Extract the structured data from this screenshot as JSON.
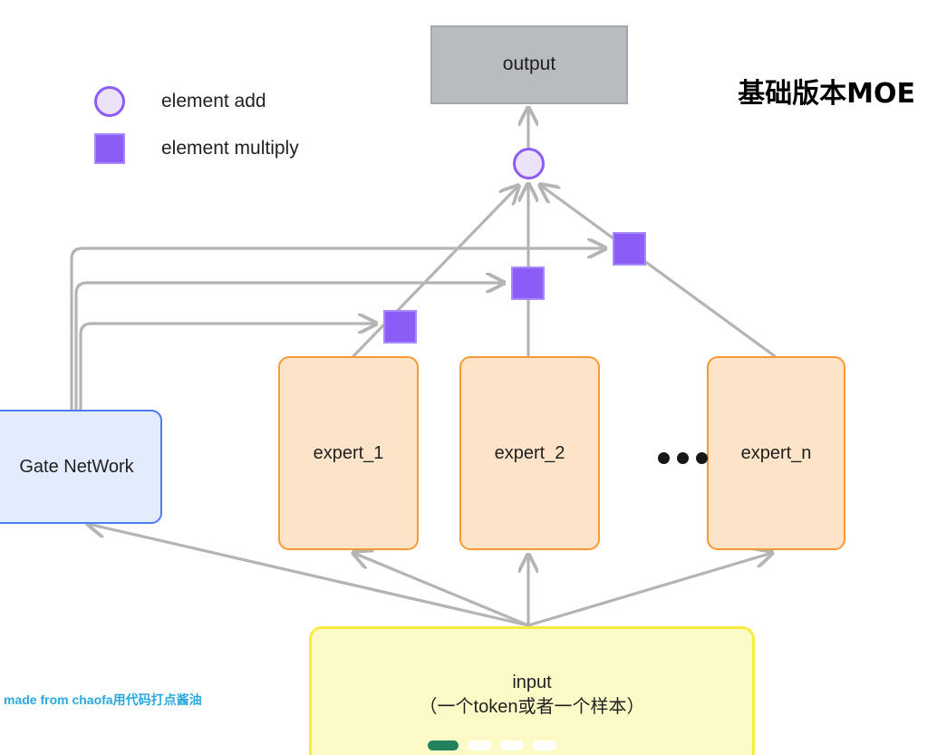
{
  "title": "基础版本MOE",
  "watermark": "made from chaofa用代码打点酱油",
  "legend": {
    "items": [
      {
        "icon": "circle-outline-icon",
        "label": "element add"
      },
      {
        "icon": "filled-square-icon",
        "label": "element multiply"
      }
    ]
  },
  "nodes": {
    "output": {
      "label": "output"
    },
    "add": {
      "label": "element add"
    },
    "gate": {
      "label": "Gate NetWork"
    },
    "experts": [
      {
        "label": "expert_1"
      },
      {
        "label": "expert_2"
      },
      {
        "label": "expert_n"
      }
    ],
    "ellipsis": "• • •",
    "input": {
      "line1": "input",
      "line2": "（一个token或者一个样本）"
    }
  },
  "multiply_nodes": [
    {
      "name": "multiply-expert-1"
    },
    {
      "name": "multiply-expert-2"
    },
    {
      "name": "multiply-expert-n"
    }
  ],
  "progress": {
    "pills": [
      "active",
      "idle",
      "idle",
      "idle"
    ]
  },
  "colors": {
    "expert_fill": "#fde3c8",
    "expert_border": "#f79a33",
    "gate_fill": "#e3ecfd",
    "gate_border": "#4a7cf0",
    "input_fill": "#fcfbc8",
    "input_border": "#fbe93f",
    "output_fill": "#b8bcc0",
    "output_border": "#a4a8ac",
    "multiply": "#8b5cf6",
    "add_fill": "#ece3fb",
    "add_border": "#8b5cf6",
    "wire": "#b4b4b4",
    "watermark": "#29a8e0",
    "progress_active": "#21825c"
  }
}
